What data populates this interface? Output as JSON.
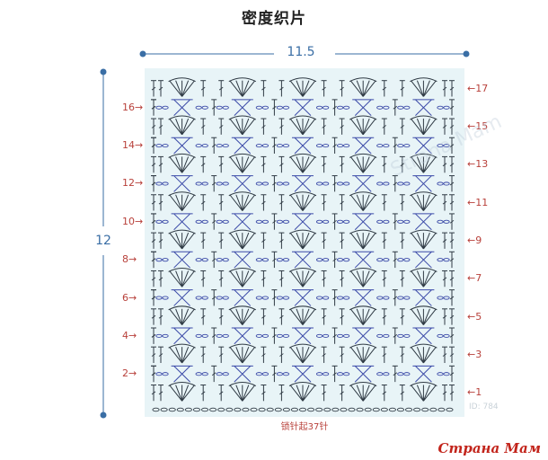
{
  "title": "密度织片",
  "dimensions": {
    "width_label": "11.5",
    "height_label": "12"
  },
  "foundation_label": "锁针起37针",
  "right_rows": [
    {
      "label": "←17",
      "row": 17
    },
    {
      "label": "←15",
      "row": 15
    },
    {
      "label": "←13",
      "row": 13
    },
    {
      "label": "←11",
      "row": 11
    },
    {
      "label": "←9",
      "row": 9
    },
    {
      "label": "←7",
      "row": 7
    },
    {
      "label": "←5",
      "row": 5
    },
    {
      "label": "←3",
      "row": 3
    },
    {
      "label": "←1",
      "row": 1
    }
  ],
  "left_rows": [
    {
      "label": "16→",
      "row": 16
    },
    {
      "label": "14→",
      "row": 14
    },
    {
      "label": "12→",
      "row": 12
    },
    {
      "label": "10→",
      "row": 10
    },
    {
      "label": "8→",
      "row": 8
    },
    {
      "label": "6→",
      "row": 6
    },
    {
      "label": "4→",
      "row": 4
    },
    {
      "label": "2→",
      "row": 2
    }
  ],
  "pattern": {
    "foundation_chains": 37,
    "rows": 17,
    "repeats": 5
  },
  "colors": {
    "chart_bg": "#e8f4f7",
    "stitch_dark": "#2f3a44",
    "stitch_blue": "#3b4aa8",
    "row_label": "#b8403a",
    "dimension": "#3a6ea5"
  },
  "watermark": "Strana Mam",
  "faint_id": "ID: 784",
  "brand": "Страна Мам"
}
